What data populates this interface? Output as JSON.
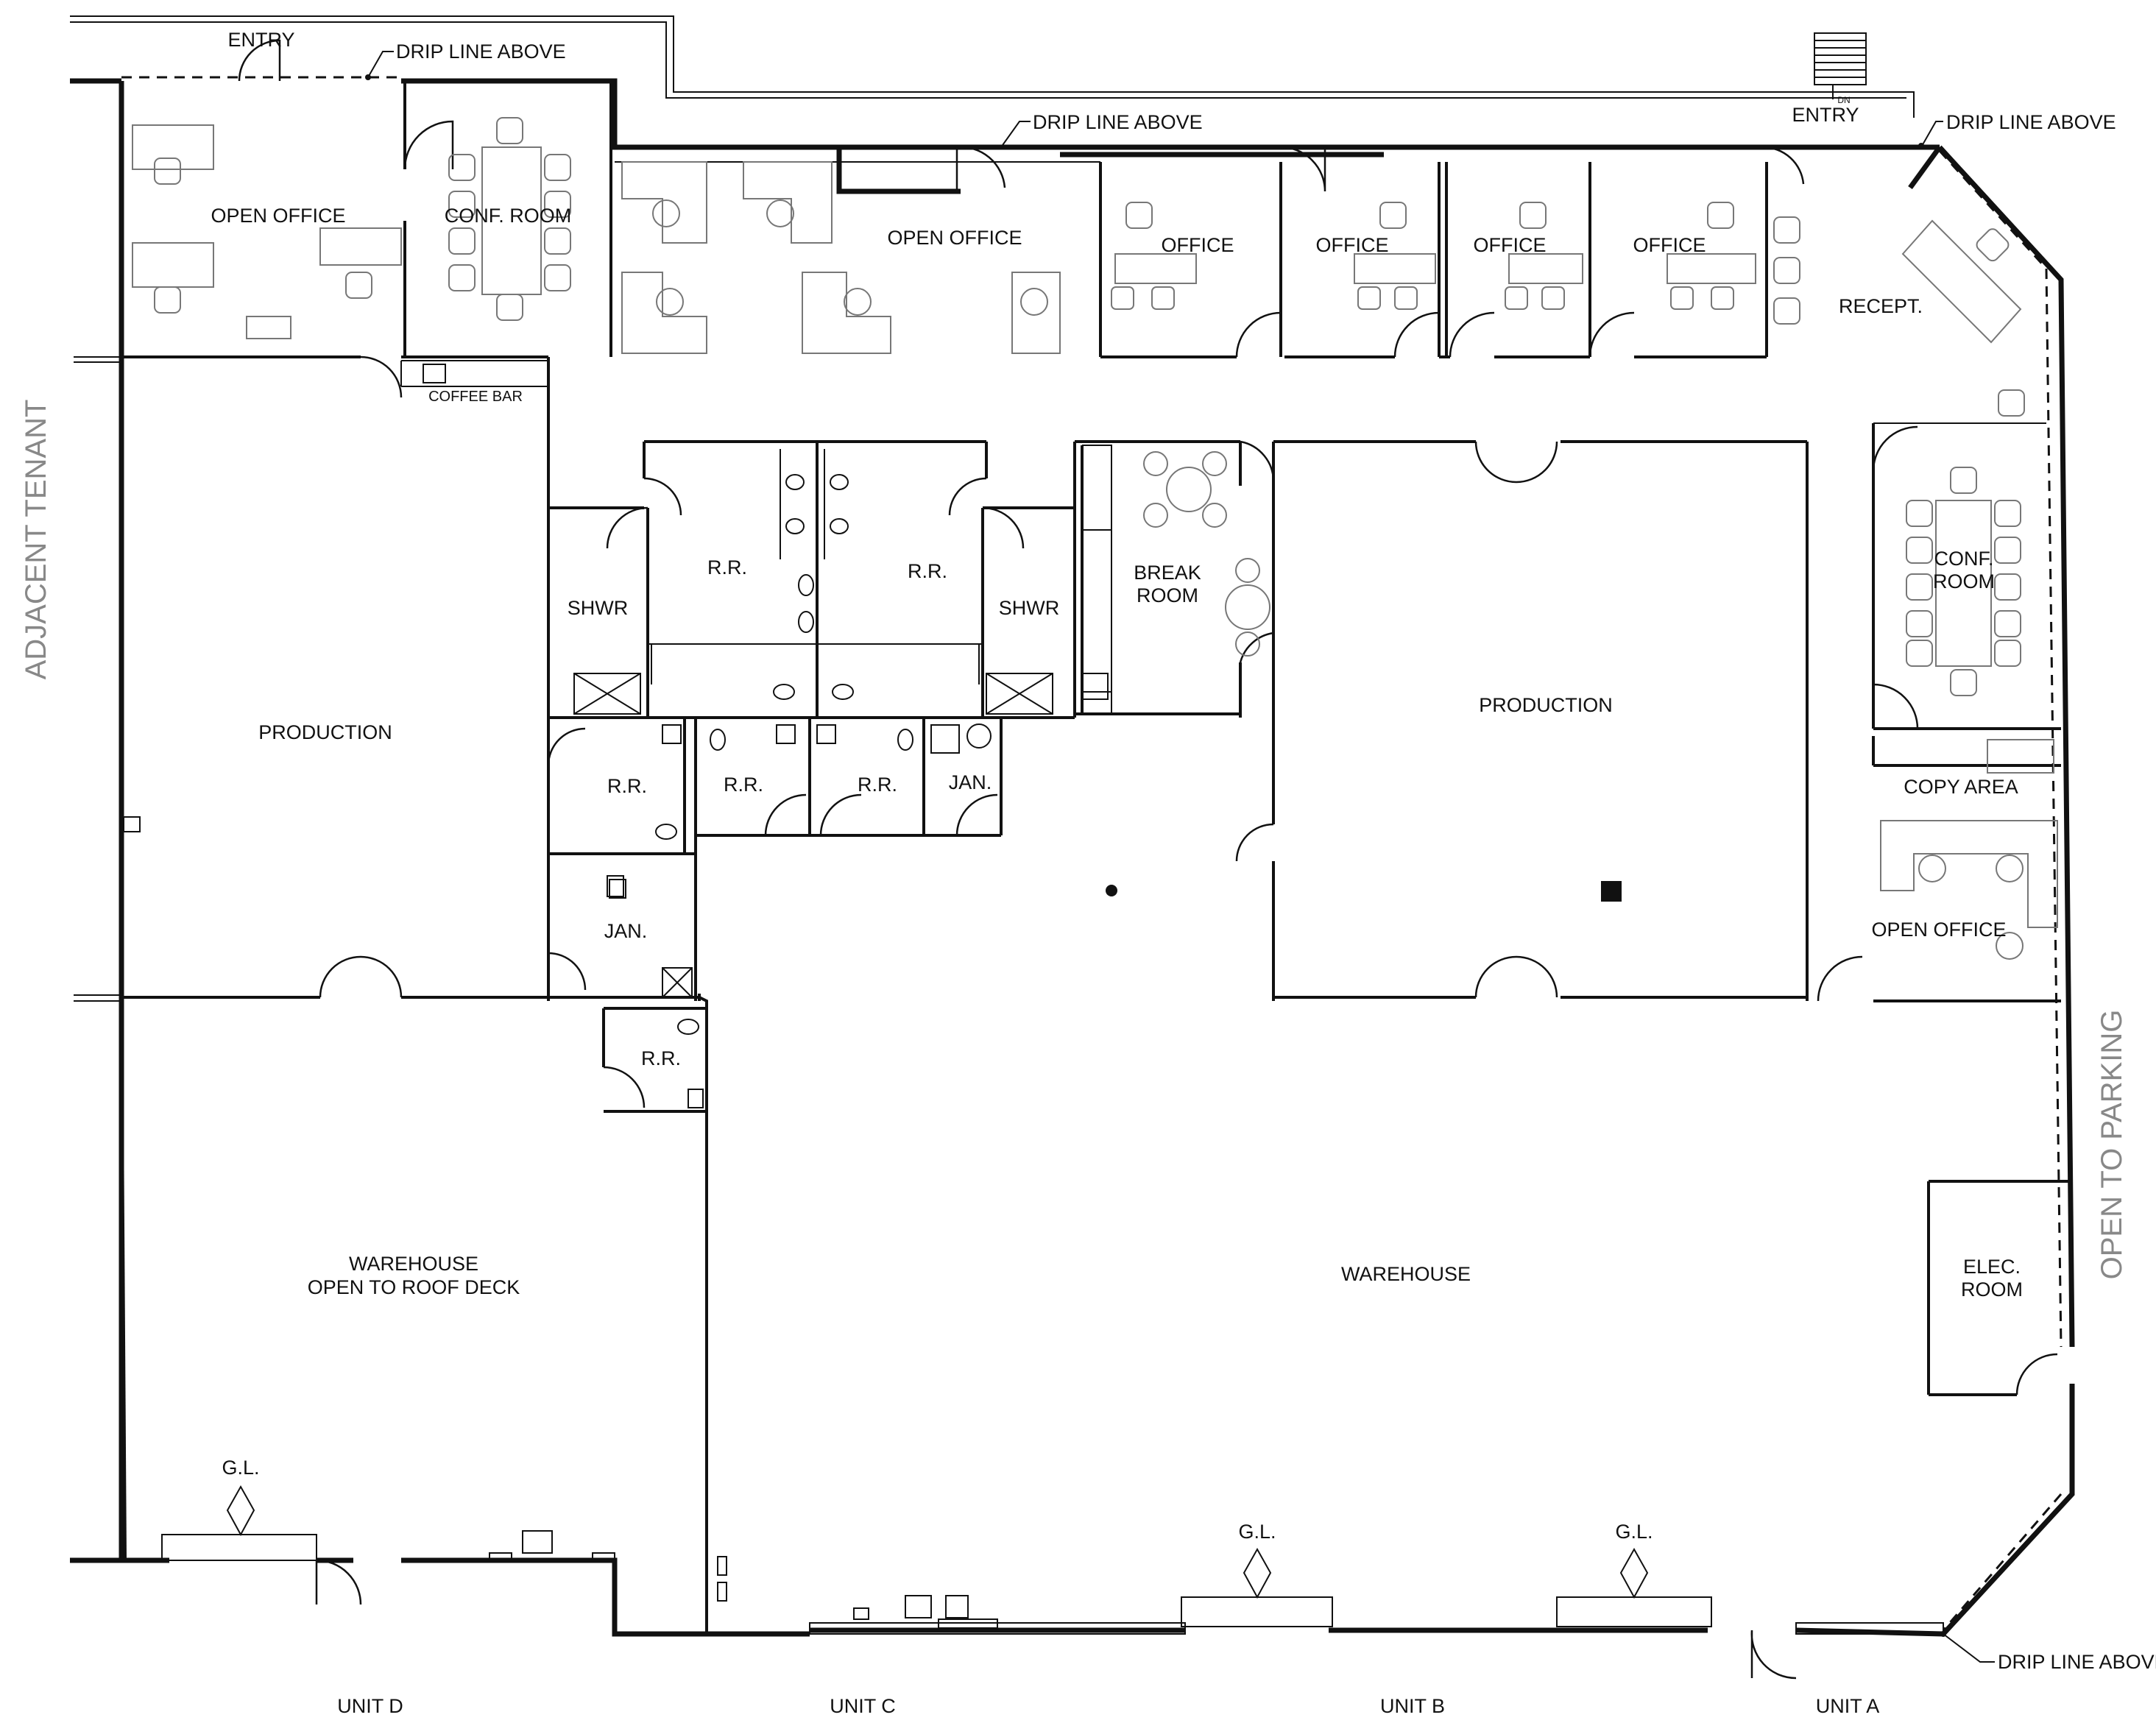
{
  "rooms": {
    "entry_left": "ENTRY",
    "entry_right": "ENTRY",
    "open_office_1": "OPEN OFFICE",
    "conf_room_1": "CONF. ROOM",
    "open_office_2": "OPEN OFFICE",
    "office_1": "OFFICE",
    "office_2": "OFFICE",
    "office_3": "OFFICE",
    "office_4": "OFFICE",
    "recept": "RECEPT.",
    "coffee_bar": "COFFEE BAR",
    "production_left": "PRODUCTION",
    "shwr_left": "SHWR",
    "rr_upper_left": "R.R.",
    "rr_upper_right": "R.R.",
    "shwr_right": "SHWR",
    "break_room_line1": "BREAK",
    "break_room_line2": "ROOM",
    "production_right": "PRODUCTION",
    "conf_room_2_line1": "CONF.",
    "conf_room_2_line2": "ROOM",
    "copy_area": "COPY AREA",
    "open_office_3": "OPEN OFFICE",
    "rr_lower_1": "R.R.",
    "rr_lower_2": "R.R.",
    "rr_lower_3": "R.R.",
    "jan_1": "JAN.",
    "jan_2": "JAN.",
    "rr_lower_4": "R.R.",
    "warehouse_left_line1": "WAREHOUSE",
    "warehouse_left_line2": "OPEN TO ROOF DECK",
    "warehouse_main": "WAREHOUSE",
    "elec_room_line1": "ELEC.",
    "elec_room_line2": "ROOM",
    "gl_1": "G.L.",
    "gl_2": "G.L.",
    "gl_3": "G.L."
  },
  "annotations": {
    "drip_line_1": "DRIP LINE ABOVE",
    "drip_line_2": "DRIP LINE ABOVE",
    "drip_line_3": "DRIP LINE ABOVE",
    "drip_line_4": "DRIP LINE ABOVE",
    "stair_dn": "DN",
    "adjacent_tenant": "ADJACENT TENANT",
    "open_to_parking": "OPEN TO PARKING"
  },
  "units": {
    "unit_d": "UNIT D",
    "unit_c": "UNIT C",
    "unit_b": "UNIT B",
    "unit_a": "UNIT A"
  }
}
